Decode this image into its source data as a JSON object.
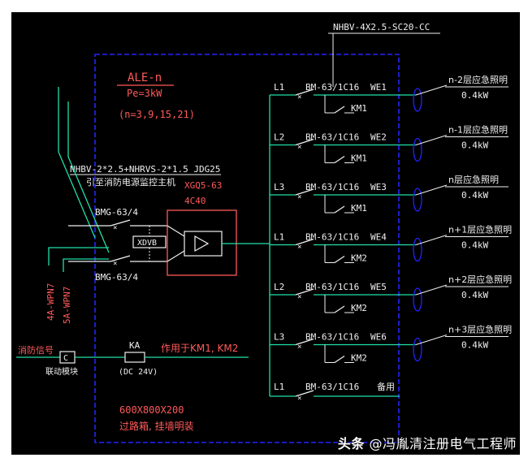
{
  "panel": {
    "name": "ALE-n",
    "power": "Pe=3kW",
    "floors": "(n=3,9,15,21)",
    "size": "600X800X200",
    "note": "过路箱, 挂墙明装"
  },
  "feed_cable": {
    "spec": "NHBV-2*2.5+NHRVS-2*1.5 JDG25",
    "desc": "引至消防电源监控主机"
  },
  "monitor": {
    "model": "XGQ5-63",
    "poles": "4C40"
  },
  "incoming": {
    "breaker1": "BMG-63/4",
    "breaker2": "BMG-63/4",
    "device": "XDVB",
    "feeder1": "4A-WPN7",
    "feeder2": "5A-WPN7"
  },
  "fire_signal": {
    "label": "消防信号",
    "module_symbol": "C",
    "module_label": "联动模块",
    "relay": "KA",
    "relay_voltage": "(DC 24V)",
    "function": "作用于KM1, KM2"
  },
  "output_cable": "NHBV-4X2.5-SC20-CC",
  "circuits": [
    {
      "phase": "L1",
      "breaker": "BM-63/1C16",
      "id": "WE1",
      "contactor": "KM1",
      "load": "n-2层应急照明",
      "power": "0.4kW"
    },
    {
      "phase": "L2",
      "breaker": "BM-63/1C16",
      "id": "WE2",
      "contactor": "KM1",
      "load": "n-1层应急照明",
      "power": "0.4kW"
    },
    {
      "phase": "L3",
      "breaker": "BM-63/1C16",
      "id": "WE3",
      "contactor": "KM1",
      "load": "n层应急照明",
      "power": "0.4kW"
    },
    {
      "phase": "L1",
      "breaker": "BM-63/1C16",
      "id": "WE4",
      "contactor": "KM2",
      "load": "n+1层应急照明",
      "power": "0.4kW"
    },
    {
      "phase": "L2",
      "breaker": "BM-63/1C16",
      "id": "WE5",
      "contactor": "KM2",
      "load": "n+2层应急照明",
      "power": "0.4kW"
    },
    {
      "phase": "L3",
      "breaker": "BM-63/1C16",
      "id": "WE6",
      "contactor": "KM2",
      "load": "n+3层应急照明",
      "power": "0.4kW"
    }
  ],
  "spare": {
    "phase": "L1",
    "breaker": "BM-63/1C16",
    "label": "备用"
  },
  "watermark": {
    "brand": "头条",
    "author": "@冯胤清注册电气工程师"
  },
  "colors": {
    "background": "#000000",
    "box": "#2323ff",
    "wire": "#20e0a8",
    "text": "#f0f0f0",
    "label": "#ff5a5a"
  }
}
